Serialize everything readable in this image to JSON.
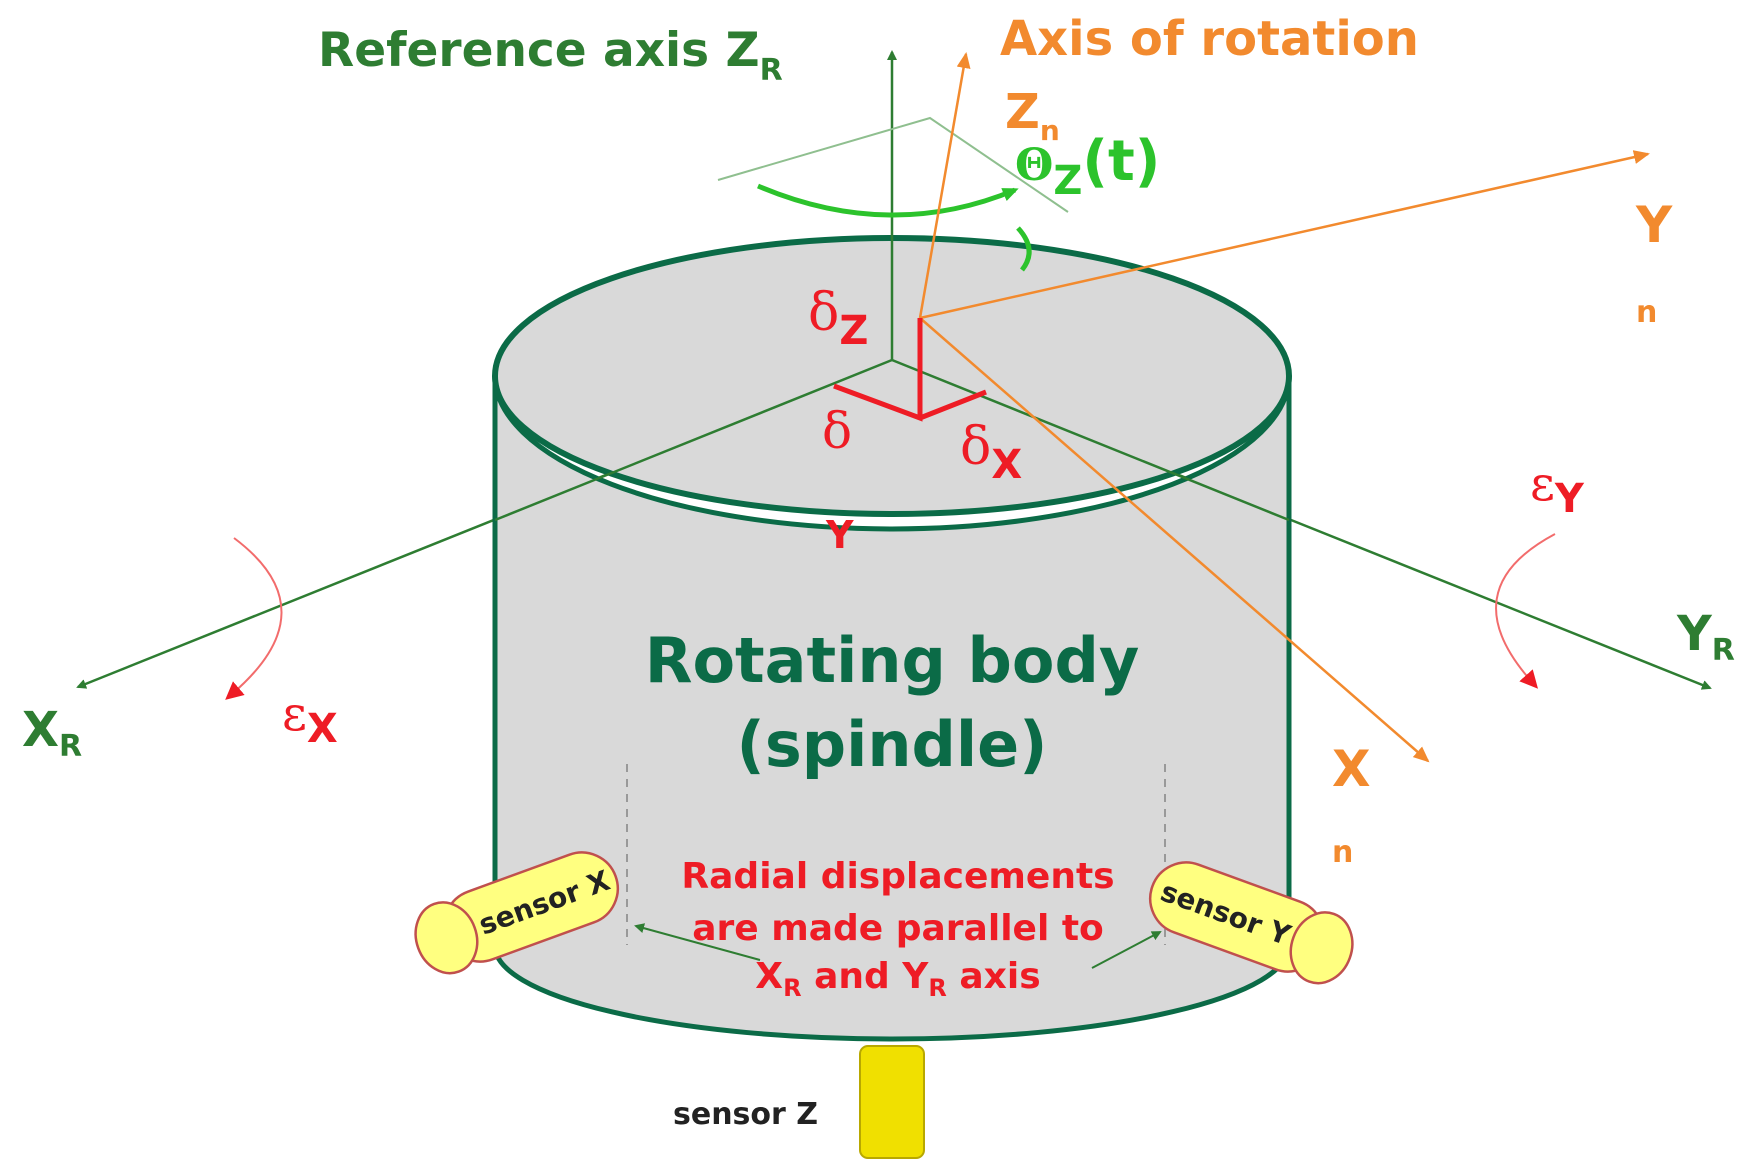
{
  "colors": {
    "reference": "#2e7d32",
    "reference_dark": "#0b6b47",
    "rotation": "#f28a2e",
    "error": "#ee1c25",
    "theta": "#2cc32c",
    "body_fill": "#d9d9d9",
    "body_stroke": "#0b6b47",
    "sensor_fill": "#ffff80",
    "sensor_stroke": "#c0504d",
    "sensor_z": "#f0e000"
  },
  "labels": {
    "reference_axis": "Reference axis Z",
    "reference_axis_sub": "R",
    "axis_of_rotation": "Axis of rotation",
    "zn_main": "Z",
    "zn_sub": "n",
    "theta_main": "Θ",
    "theta_sub": "Z",
    "theta_tail": "(t)",
    "yn_main": "Y",
    "yn_sub": "n",
    "xn_main": "X",
    "xn_sub": "n",
    "xr_main": "X",
    "xr_sub": "R",
    "yr_main": "Y",
    "yr_sub": "R",
    "delta_z_main": "δ",
    "delta_z_sub": "Z",
    "delta_y_main": "δ",
    "delta_y_sub": "Y",
    "delta_x_main": "δ",
    "delta_x_sub": "X",
    "eps_x_main": "ε",
    "eps_x_sub": "X",
    "eps_y_main": "ε",
    "eps_y_sub": "Y",
    "body_line1": "Rotating body",
    "body_line2": "(spindle)",
    "note_line1": "Radial displacements",
    "note_line2": "are made parallel to",
    "note_line3_a": "X",
    "note_line3_a_sub": "R",
    "note_line3_b": " and Y",
    "note_line3_b_sub": "R",
    "note_line3_c": " axis",
    "sensor_x": "sensor X",
    "sensor_y": "sensor Y",
    "sensor_z": "sensor Z"
  }
}
